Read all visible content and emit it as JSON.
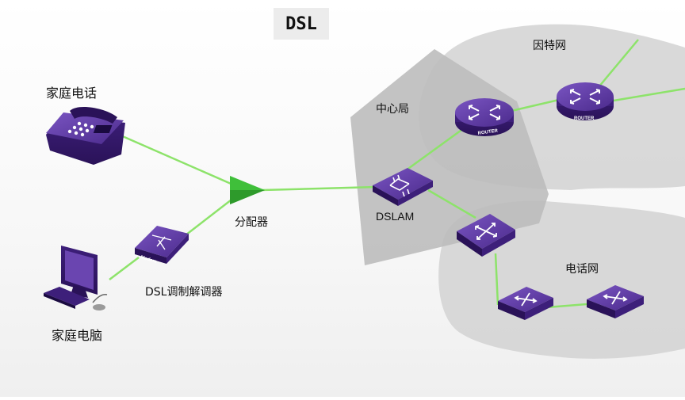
{
  "title": "DSL",
  "labels": {
    "home_phone": "家庭电话",
    "home_pc": "家庭电脑",
    "modem": "DSL调制解调器",
    "splitter": "分配器",
    "central_office": "中心局",
    "dslam": "DSLAM",
    "internet": "因特网",
    "phone_network": "电话网"
  },
  "device_text": {
    "modem_label": "Modem",
    "router_label": "ROUTER"
  },
  "colors": {
    "device_purple": "#4b2a8c",
    "device_top": "#6a45b0",
    "link_green": "#8de36a",
    "splitter_green": "#3fbf3a",
    "cloud_gray": "#d2d2d2",
    "building_gray": "#c2c2c2"
  }
}
